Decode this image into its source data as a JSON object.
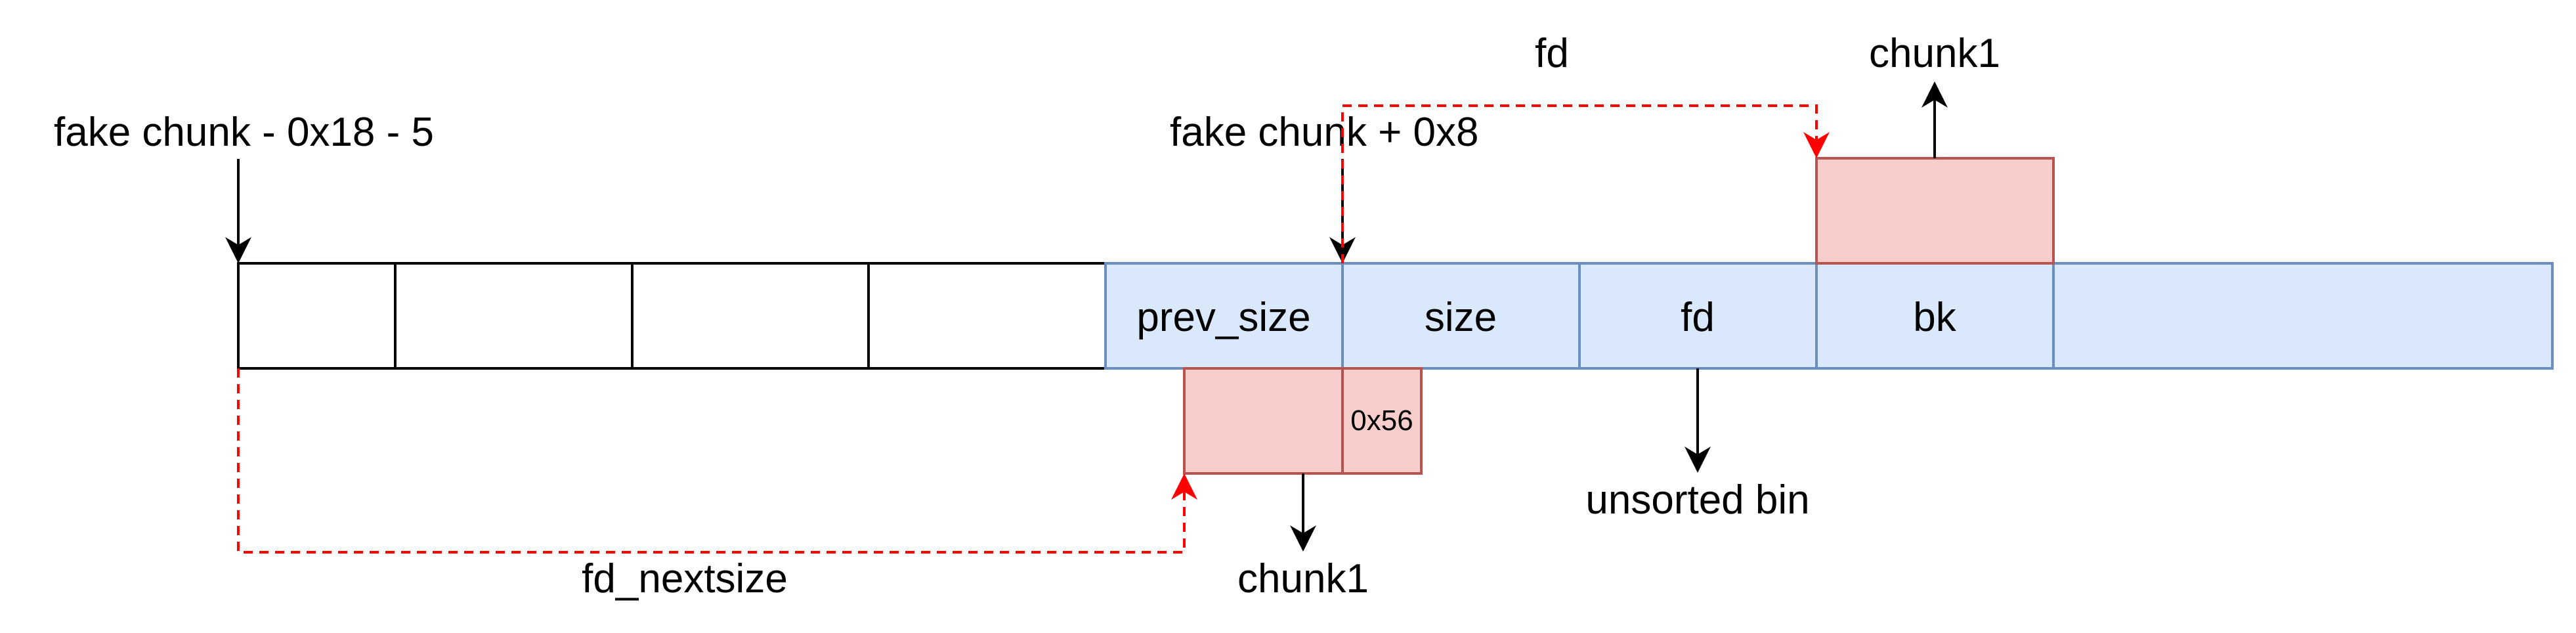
{
  "labels": {
    "fake_chunk_minus": "fake chunk - 0x18 - 5",
    "fake_chunk_plus": "fake chunk + 0x8",
    "fd_top": "fd",
    "chunk1_top": "chunk1",
    "chunk1_bottom": "chunk1",
    "unsorted_bin": "unsorted bin",
    "fd_nextsize": "fd_nextsize",
    "value_0x56": "0x56"
  },
  "cells": {
    "prev_size": "prev_size",
    "size": "size",
    "fd": "fd",
    "bk": "bk"
  },
  "colors": {
    "blue_fill": "#dae8fc",
    "blue_stroke": "#6c8ebf",
    "red_fill": "#f8cecc",
    "red_stroke": "#b85450",
    "dashed_red": "#ff0000",
    "black": "#000000"
  }
}
